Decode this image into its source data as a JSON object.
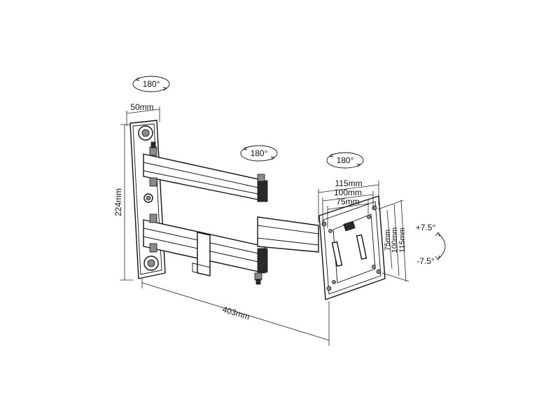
{
  "rotation": {
    "wall": "180°",
    "arm": "180°",
    "head": "180°"
  },
  "dimensions": {
    "plate_width": "50mm",
    "plate_height": "224mm",
    "extension": "403mm",
    "vesa_h": [
      "115mm",
      "100mm",
      "75mm"
    ],
    "vesa_v": [
      "75mm",
      "100mm",
      "115mm"
    ]
  },
  "tilt": {
    "up": "+7.5°",
    "down": "-7.5°"
  }
}
